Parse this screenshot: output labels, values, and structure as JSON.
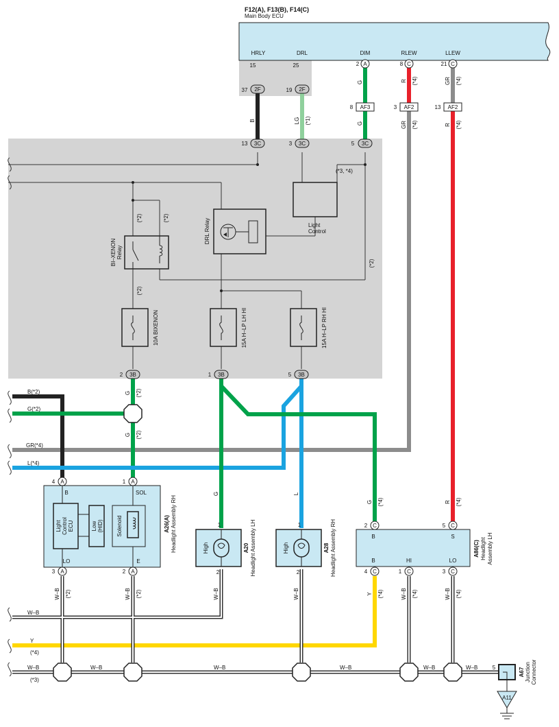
{
  "ecu": {
    "codes": "F12(A), F13(B), F14(C)",
    "name": "Main Body ECU",
    "pins": [
      {
        "label": "HRLY",
        "num": "15"
      },
      {
        "label": "DRL",
        "num": "25"
      },
      {
        "label": "DIM",
        "num": "2",
        "conn": "A"
      },
      {
        "label": "RLEW",
        "num": "8",
        "conn": "C"
      },
      {
        "label": "LLEW",
        "num": "21",
        "conn": "C"
      }
    ]
  },
  "jb": {
    "p37": "37",
    "p19": "19",
    "c2F": "2F",
    "p13": "13",
    "p3": "3",
    "p5": "5",
    "c3C": "3C",
    "p2": "2",
    "p1": "1",
    "p5b": "5",
    "c3B": "3B",
    "af3_num": "8",
    "af3": "AF3",
    "af2a_num": "3",
    "af2a": "AF2",
    "af2b_num": "13",
    "af2b": "AF2"
  },
  "internal": {
    "light_control": [
      "Light",
      "Control"
    ],
    "drl_relay": "DRL Relay",
    "bixenon_relay": [
      "BI–XENON",
      "Relay"
    ],
    "fuse1": "10A BIXENON",
    "fuse2": "15A H–LP LH HI",
    "fuse3": "15A H–LP RH HI",
    "n34": "(*3, *4)",
    "n2a": "(*2)",
    "n2b": "(*2)",
    "n2c": "(*2)",
    "n2d": "(*2)"
  },
  "wires": {
    "B": "B",
    "LG": "LG",
    "G": "G",
    "R": "R",
    "GR": "GR",
    "L": "L",
    "WB": "W–B",
    "Y": "Y",
    "n1": "(*1)",
    "n2": "(*2)",
    "n3": "(*3)",
    "n4": "(*4)",
    "B2": "B(*2)",
    "G2": "G(*2)",
    "GR4": "GR(*4)",
    "L4": "L(*4)"
  },
  "a26": {
    "code": "A26(A)",
    "name": "Headlight Assembly RH",
    "pin4": "4",
    "pinB": "B",
    "pin1": "1",
    "pinSOL": "SOL",
    "pin3": "3",
    "pinLO": "LO",
    "pin2": "2",
    "pinE": "E",
    "conn": "A",
    "ecu": [
      "Light",
      "Control",
      "ECU"
    ],
    "hid": [
      "Low",
      "(HID)"
    ],
    "solenoid": "Solenoid"
  },
  "a20": {
    "code": "A20",
    "name": "Headlight Assembly LH",
    "high": "High",
    "p1": "1",
    "p2": "2"
  },
  "a28": {
    "code": "A28",
    "name": "Headlight Assembly RH",
    "high": "High",
    "p1": "1",
    "p2": "2"
  },
  "a86": {
    "code": "A86(C)",
    "name": [
      "Headlight",
      "Assembly LH"
    ],
    "p2": "2",
    "pB": "B",
    "p5": "5",
    "pS": "S",
    "p4": "4",
    "pB2": "B",
    "p1": "1",
    "pHI": "HI",
    "p3": "3",
    "pLO": "LO",
    "conn": "C"
  },
  "a67": {
    "code": "A67",
    "name": [
      "Junction",
      "Connector"
    ],
    "pin": "5"
  },
  "ground": {
    "label": "A11"
  }
}
